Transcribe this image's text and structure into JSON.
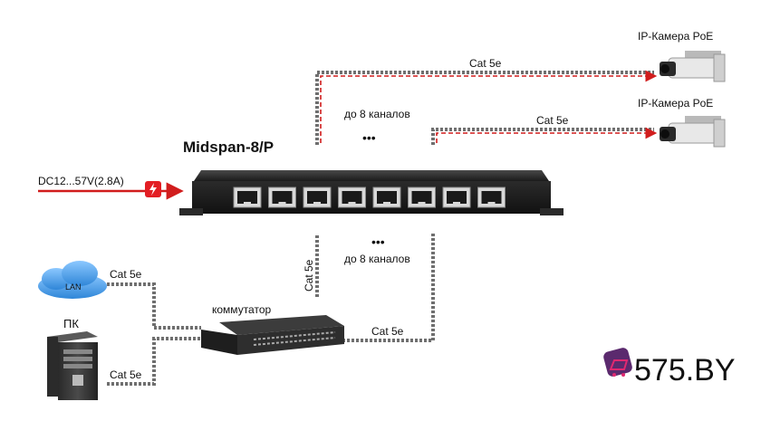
{
  "device": {
    "title": "Midspan-8/P",
    "ports": 8
  },
  "power": {
    "label": "DC12...57V(2.8A)",
    "color": "#d11d1d"
  },
  "channels": {
    "top_label": "до 8 каналов",
    "bottom_label": "до 8 каналов",
    "dots": "•••"
  },
  "cameras": [
    {
      "label": "IP-Камера PoE"
    },
    {
      "label": "IP-Камера PoE"
    }
  ],
  "cables": {
    "camera1": "Cat 5e",
    "camera2": "Cat 5e",
    "lan": "Cat 5e",
    "pc": "Cat 5e",
    "switch_vertical": "Cat 5e",
    "switch_horizontal": "Cat 5e"
  },
  "lan": {
    "label": "LAN"
  },
  "pc": {
    "label": "ПК"
  },
  "switch": {
    "label": "коммутатор"
  },
  "brand": {
    "text": "575.BY",
    "color": "#5b2a6e"
  },
  "icons": [
    "lightning-icon",
    "cart-icon",
    "cloud-icon",
    "camera-icon",
    "pc-tower-icon"
  ]
}
